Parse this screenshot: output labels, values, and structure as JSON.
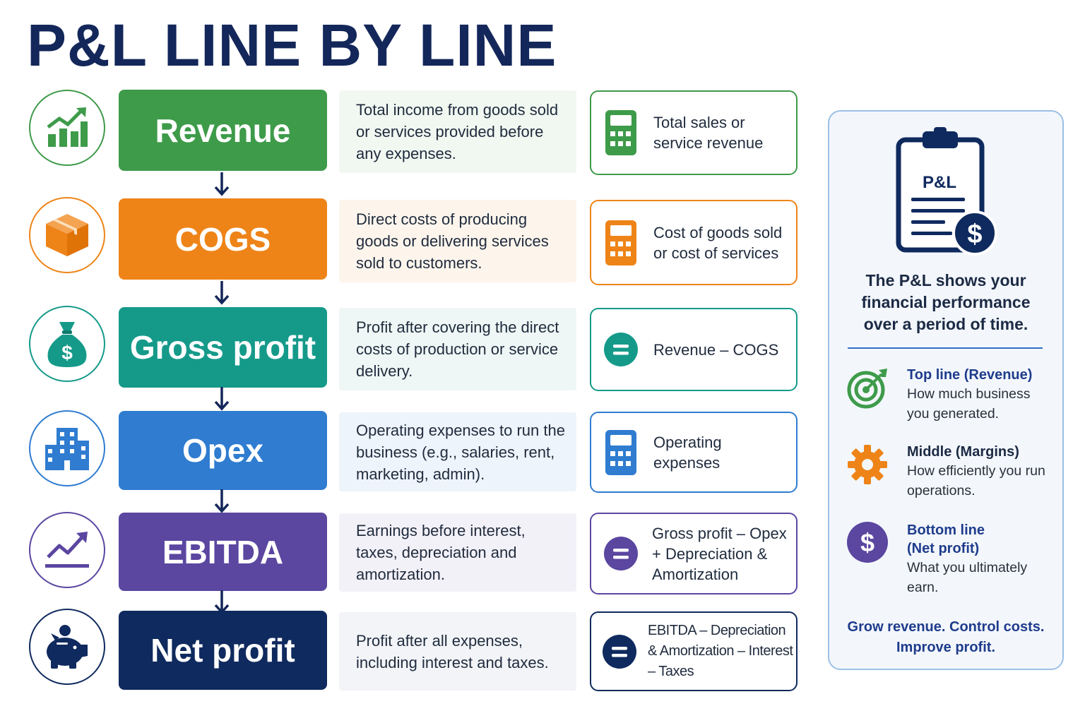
{
  "title": "P&L LINE BY LINE",
  "rows": [
    {
      "label": "Revenue",
      "description": "Total income from goods sold or services provided before any expenses.",
      "formula": "Total sales or service revenue",
      "formula_icon": "calculator-icon",
      "row_icon": "growth-chart-icon",
      "color": "#3e9b4a",
      "light": "#f1f8f1"
    },
    {
      "label": "COGS",
      "description": "Direct costs of producing goods or delivering services sold to customers.",
      "formula": "Cost of goods sold or cost of services",
      "formula_icon": "calculator-icon",
      "row_icon": "box-icon",
      "color": "#ee8418",
      "light": "#fdf5ec"
    },
    {
      "label": "Gross profit",
      "description": "Profit after covering the direct costs of production or service delivery.",
      "formula": "Revenue – COGS",
      "formula_icon": "equals-icon",
      "row_icon": "money-bag-icon",
      "color": "#159a8a",
      "light": "#eef7f5"
    },
    {
      "label": "Opex",
      "description": "Operating expenses to run the business (e.g., salaries, rent, marketing, admin).",
      "formula": "Operating expenses",
      "formula_icon": "calculator-icon",
      "row_icon": "building-icon",
      "color": "#2f7cd0",
      "light": "#eef4fb"
    },
    {
      "label": "EBITDA",
      "description": "Earnings before interest, taxes, depreciation and amortization.",
      "formula": "Gross profit – Opex + Depreciation & Amortization",
      "formula_icon": "equals-icon",
      "row_icon": "trend-line-icon",
      "color": "#5b46a0",
      "light": "#f3f1f8"
    },
    {
      "label": "Net profit",
      "description": "Profit after all expenses, including interest and taxes.",
      "formula": "EBITDA – Depreciation & Amortization – Interest – Taxes",
      "formula_icon": "equals-icon",
      "row_icon": "piggy-bank-icon",
      "color": "#0f2a5e",
      "light": "#f2f4f7"
    }
  ],
  "side_panel": {
    "badge": "P&L",
    "badge_icon": "clipboard-dollar-icon",
    "summary": "The P&L shows your financial performance over a period of time.",
    "items": [
      {
        "heading": "Top line (Revenue)",
        "text": "How much business you generated.",
        "icon": "target-icon",
        "color": "#3e9b4a"
      },
      {
        "heading": "Middle (Margins)",
        "text": "How efficiently you run operations.",
        "icon": "gear-icon",
        "color": "#ee8418"
      },
      {
        "heading": "Bottom line (Net profit)",
        "text": "What you ultimately earn.",
        "icon": "dollar-circle-icon",
        "color": "#5b46a0"
      }
    ],
    "footer": "Grow revenue. Control costs. Improve profit."
  }
}
